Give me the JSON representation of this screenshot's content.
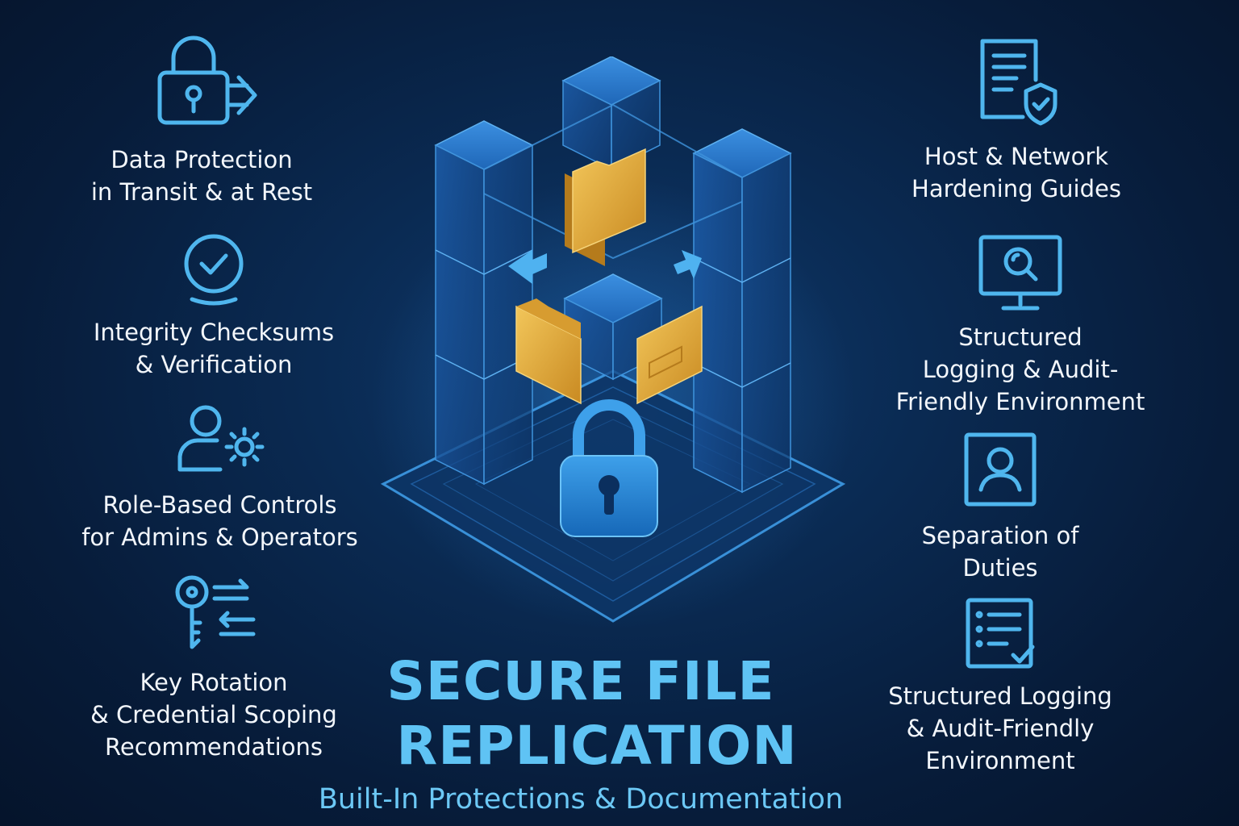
{
  "title": {
    "line1": "SECURE FILE",
    "line2": "REPLICATION",
    "subtitle": "Built-In Protections & Documentation"
  },
  "features_left": [
    {
      "icon": "lock-transfer-icon",
      "label": "Data Protection\nin Transit & at Rest"
    },
    {
      "icon": "check-circle-icon",
      "label": "Integrity Checksums\n& Verification"
    },
    {
      "icon": "user-gear-icon",
      "label": "Role-Based Controls\nfor Admins & Operators"
    },
    {
      "icon": "key-exchange-icon",
      "label": "Key Rotation\n& Credential Scoping\nRecommendations"
    }
  ],
  "features_right": [
    {
      "icon": "document-shield-icon",
      "label": "Host & Network\nHardening Guides"
    },
    {
      "icon": "monitor-search-icon",
      "label": "Structured\nLogging & Audit-\nFriendly Environment"
    },
    {
      "icon": "user-badge-icon",
      "label": "Separation of\nDuties"
    },
    {
      "icon": "checklist-icon",
      "label": "Structured Logging\n& Audit-Friendly\nEnvironment"
    }
  ],
  "colors": {
    "background": "#071c3a",
    "accent": "#5fc3f4",
    "cube": "#1e6fc0",
    "folder": "#e0a93a"
  }
}
